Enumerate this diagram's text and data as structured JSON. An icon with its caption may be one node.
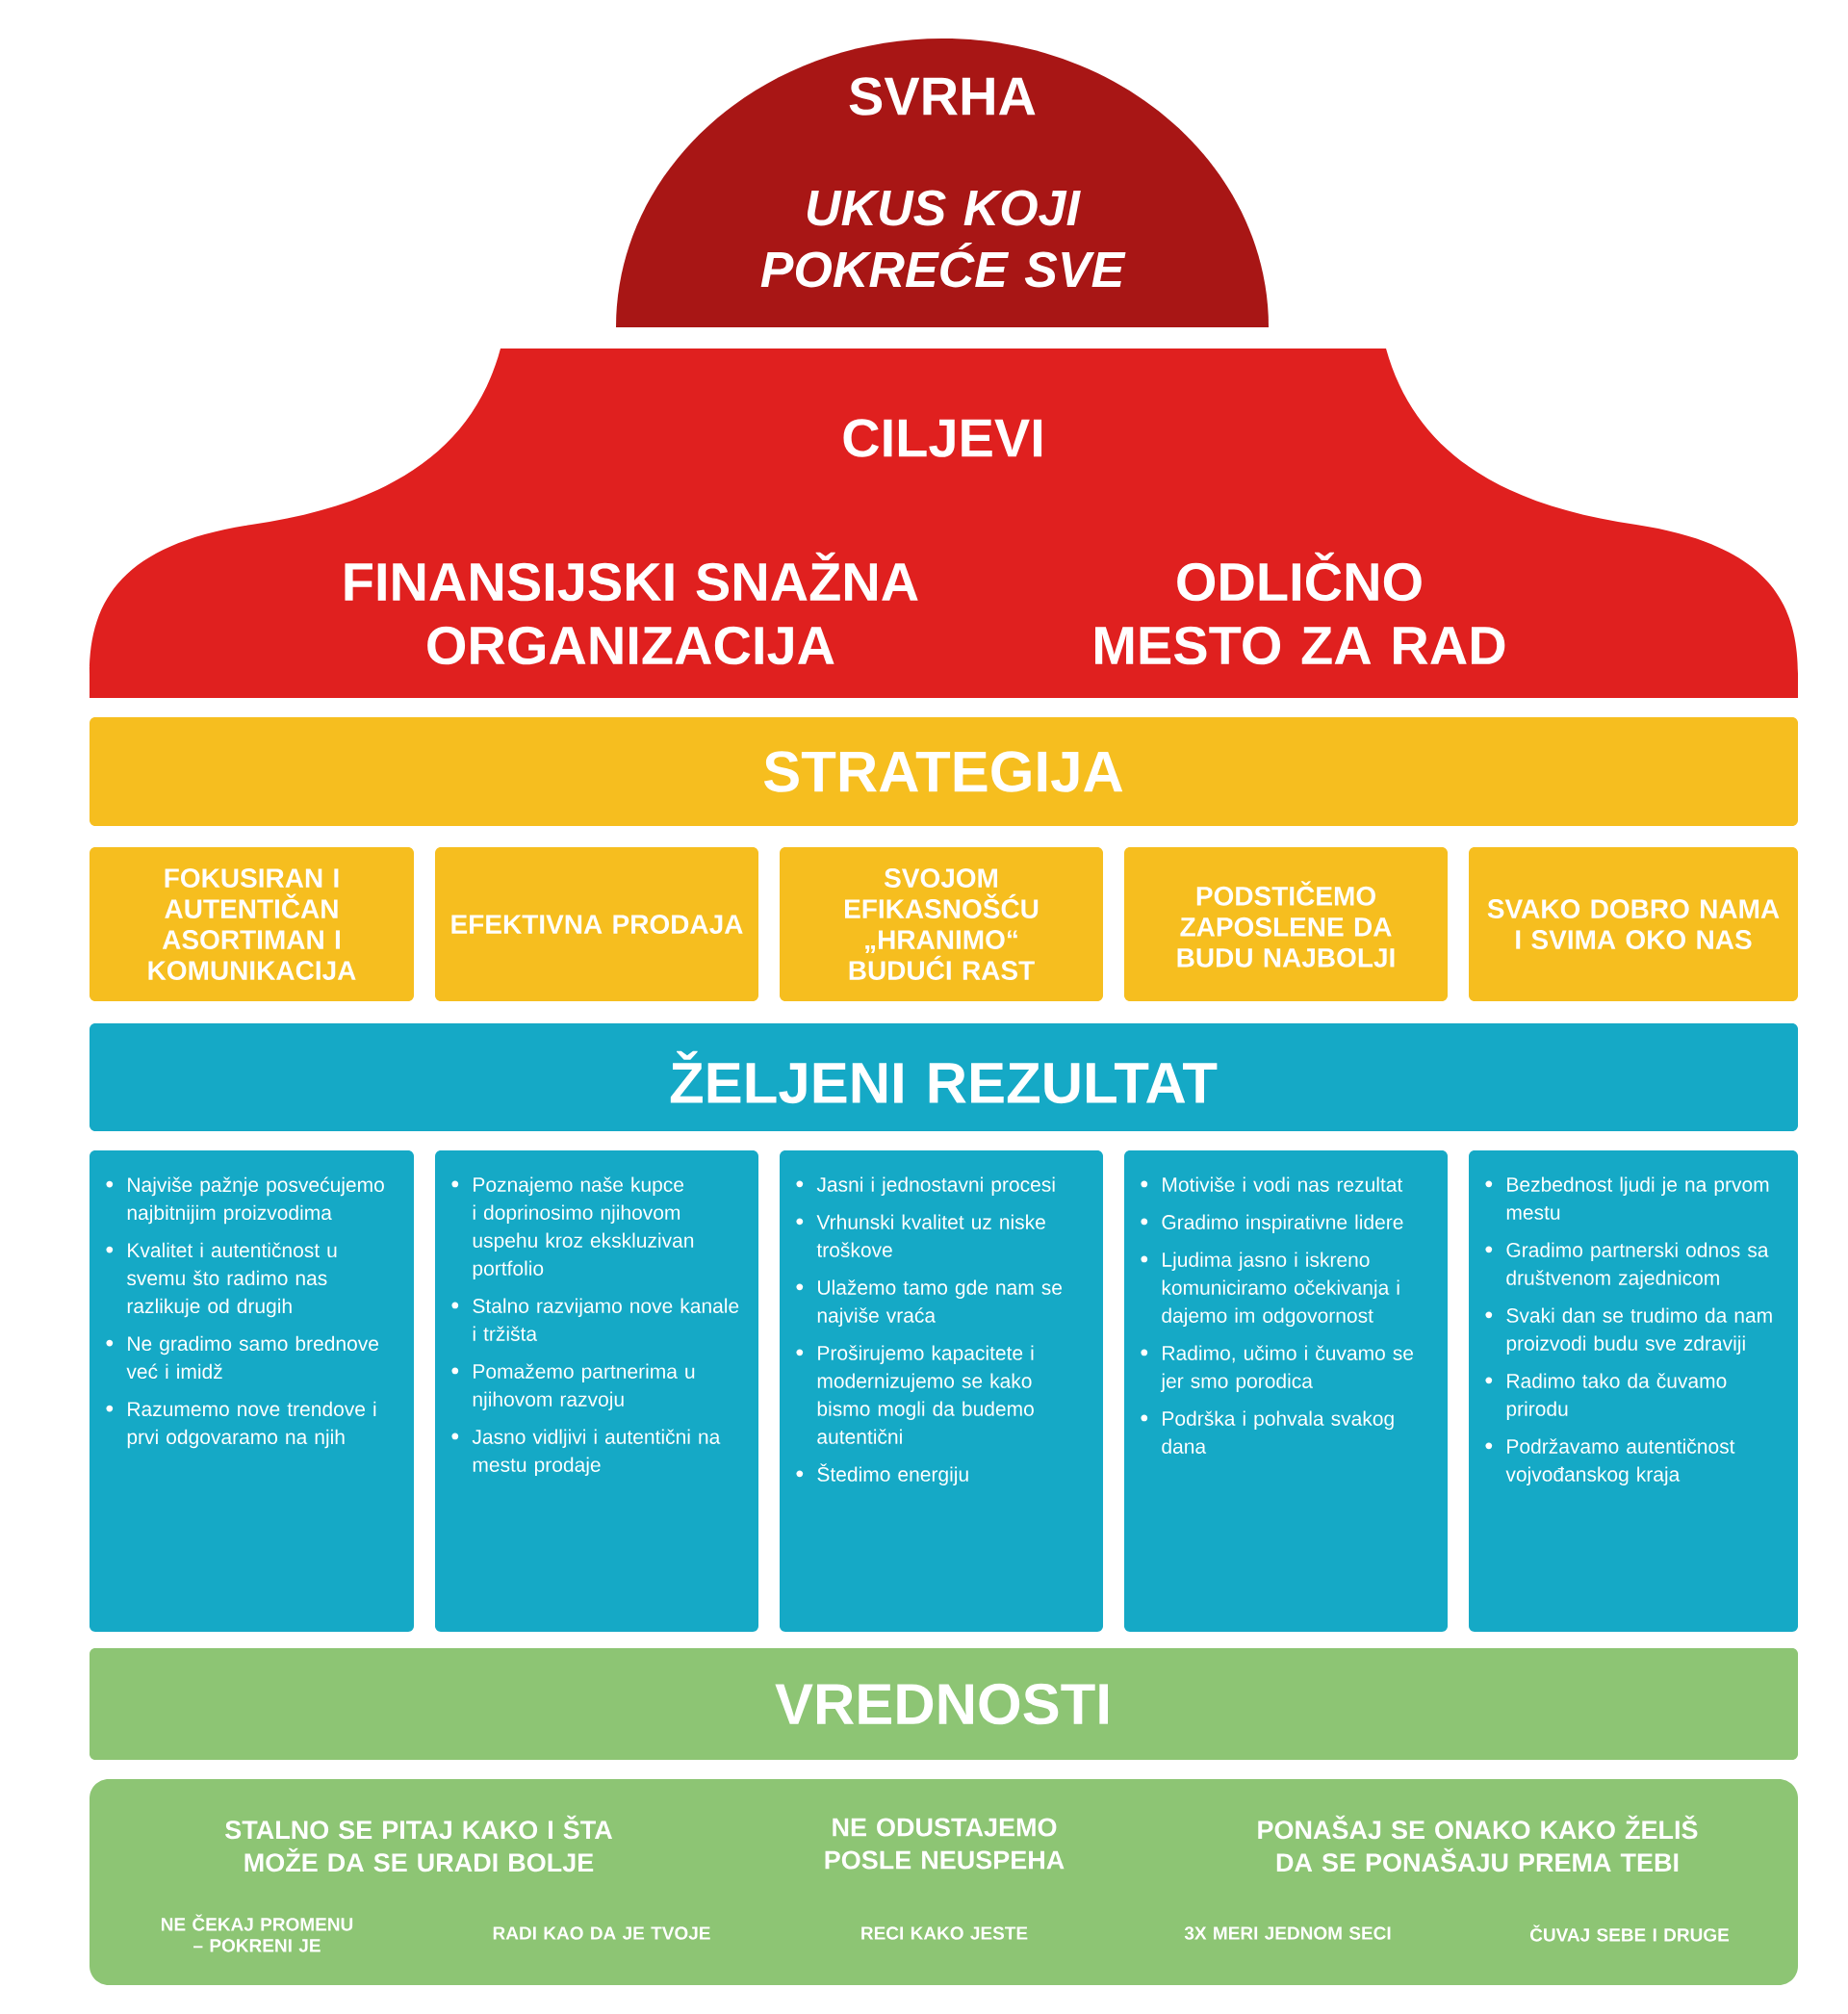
{
  "diagram": {
    "nodes": [
      {
        "text": [
          "SVRHA",
          "UKUS KOJI POKREĆE SVE"
        ]
      },
      {
        "text": [
          "CILJEVI",
          "FINANSIJSKI SNAŽNA ORGANIZACIJA",
          "ODLIČNO MESTO ZA RAD"
        ]
      },
      {
        "text": [
          "STRATEGIJA"
        ]
      },
      {
        "text": [
          "FOKUSIRAN I AUTENTIČAN ASORTIMAN I KOMUNIKACIJA"
        ]
      },
      {
        "text": [
          "EFEKTIVNA PRODAJA"
        ]
      },
      {
        "text": [
          "SVOJOM EFIKASNOŠĆU „HRANIMO“ BUDUĆI RAST"
        ]
      },
      {
        "text": [
          "PODSTIČEMO ZAPOSLENE DA BUDU NAJBOLJI"
        ]
      },
      {
        "text": [
          "SVAKO DOBRO NAMA I SVIMA OKO NAS"
        ]
      },
      {
        "text": [
          "ŽELJENI REZULTAT"
        ]
      },
      {
        "text": [
          "Najviše pažnje posvećujemo najbitnijim proizvodima",
          "Kvalitet i autentičnost u svemu što radimo nas razlikuje od drugih",
          "Ne gradimo samo brednove već i imidž",
          "Razumemo nove trendove i prvi odgovaramo na njih"
        ]
      },
      {
        "text": [
          "Poznajemo naše kupce i doprinosimo njihovom uspehu kroz ekskluzivan portfolio",
          "Stalno razvijamo nove kanale i tržišta",
          "Pomažemo partnerima u njihovom razvoju",
          "Jasno vidljivi i autentični na mestu prodaje"
        ]
      },
      {
        "text": [
          "Jasni i jednostavni procesi",
          "Vrhunski kvalitet uz niske troškove",
          "Ulažemo tamo gde nam se najviše vraća",
          "Proširujemo kapacitete i modernizujemo se kako bismo mogli da budemo autentični",
          "Štedimo energiju"
        ]
      },
      {
        "text": [
          "Motiviše i vodi nas rezultat",
          "Gradimo inspirativne lidere",
          "Ljudima jasno i iskreno komuniciramo očekivanja i dajemo im odgovornost",
          "Radimo, učimo i čuvamo se jer smo porodica",
          "Podrška i pohvala svakog dana"
        ]
      },
      {
        "text": [
          "Bezbednost ljudi je na prvom mestu",
          "Gradimo partnerski odnos sa društvenom zajednicom",
          "Svaki dan se trudimo da nam proizvodi budu sve zdraviji",
          "Radimo tako da čuvamo prirodu",
          "Podržavamo autentičnost vojvođanskog kraja"
        ]
      },
      {
        "text": [
          "VREDNOSTI"
        ]
      },
      {
        "text": [
          "STALNO SE PITAJ KAKO I ŠTA MOŽE DA SE URADI BOLJE",
          "NE ODUSTAJEMO POSLE NEUSPEHA",
          "PONAŠAJ SE ONAKO KAKO ŽELIŠ DA SE PONAŠAJU PREMA TEBI",
          "NE ČEKAJ PROMENU – POKRENI JE",
          "RADI KAO DA JE TVOJE",
          "RECI KAKO JESTE",
          "3X MERI JEDNOM SECI",
          "ČUVAJ SEBE I DRUGE"
        ]
      }
    ]
  }
}
